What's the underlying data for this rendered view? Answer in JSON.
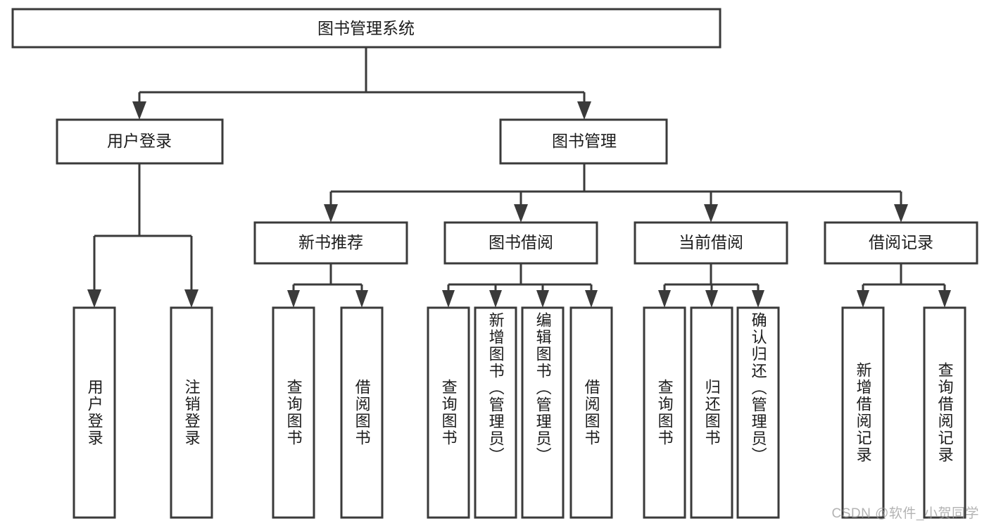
{
  "diagram": {
    "title": "图书管理系统",
    "type": "tree-hierarchy",
    "orientation": "top-down",
    "colors": {
      "box_stroke": "#3a3a3a",
      "box_fill": "#ffffff",
      "connector": "#3a3a3a",
      "text": "#1c1c1c",
      "watermark": "#9a9a9a",
      "background": "#ffffff"
    },
    "root": {
      "label": "图书管理系统"
    },
    "level2": [
      {
        "label": "用户登录"
      },
      {
        "label": "图书管理"
      }
    ],
    "level3": [
      {
        "label": "新书推荐"
      },
      {
        "label": "图书借阅"
      },
      {
        "label": "当前借阅"
      },
      {
        "label": "借阅记录"
      }
    ],
    "leaves": {
      "user_login": [
        {
          "label": "用户登录"
        },
        {
          "label": "注销登录"
        }
      ],
      "new_book_recommend": [
        {
          "label": "查询图书"
        },
        {
          "label": "借阅图书"
        }
      ],
      "book_borrow": [
        {
          "label": "查询图书"
        },
        {
          "label": "新增图书（管理员）"
        },
        {
          "label": "编辑图书（管理员）"
        },
        {
          "label": "借阅图书"
        }
      ],
      "current_borrow": [
        {
          "label": "查询图书"
        },
        {
          "label": "归还图书"
        },
        {
          "label": "确认归还（管理员）"
        }
      ],
      "borrow_record": [
        {
          "label": "新增借阅记录"
        },
        {
          "label": "查询借阅记录"
        }
      ]
    }
  },
  "watermark": {
    "text": "CSDN @软件_小贺同学"
  }
}
